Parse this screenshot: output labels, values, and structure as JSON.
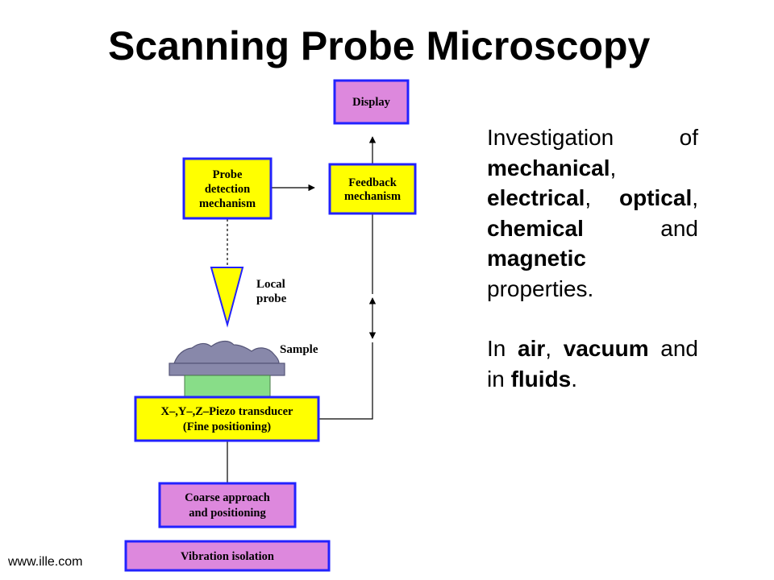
{
  "title": "Scanning Probe Microscopy",
  "colors": {
    "yellow_box": "#ffff00",
    "purple_box": "#dd88dd",
    "box_border": "#2222ff",
    "stage": "#8888aa",
    "piezo_block": "#88dd88",
    "sample": "#8888aa",
    "probe": "#ffff00"
  },
  "diagram": {
    "display": "Display",
    "feedback": [
      "Feedback",
      "mechanism"
    ],
    "probe_detection": [
      "Probe",
      "detection",
      "mechanism"
    ],
    "local_probe": [
      "Local",
      "probe"
    ],
    "sample": "Sample",
    "piezo": [
      "X–,Y–,Z–Piezo transducer",
      "(Fine positioning)"
    ],
    "coarse": [
      "Coarse approach",
      "and positioning"
    ],
    "vibration": "Vibration isolation"
  },
  "description": {
    "p1": [
      {
        "text": "Investigation of ",
        "bold": false
      },
      {
        "text": "mechanical",
        "bold": true
      },
      {
        "text": ", ",
        "bold": false
      },
      {
        "text": "electrical",
        "bold": true
      },
      {
        "text": ", ",
        "bold": false
      },
      {
        "text": "optical",
        "bold": true
      },
      {
        "text": ", ",
        "bold": false
      },
      {
        "text": "chemical",
        "bold": true
      },
      {
        "text": " and ",
        "bold": false
      },
      {
        "text": "magnetic",
        "bold": true
      },
      {
        "text": " properties.",
        "bold": false
      }
    ],
    "p2": [
      {
        "text": "In ",
        "bold": false
      },
      {
        "text": "air",
        "bold": true
      },
      {
        "text": ", ",
        "bold": false
      },
      {
        "text": "vacuum",
        "bold": true
      },
      {
        "text": " and in ",
        "bold": false
      },
      {
        "text": "fluids",
        "bold": true
      },
      {
        "text": ".",
        "bold": false
      }
    ]
  },
  "footer": "www.ille.com"
}
